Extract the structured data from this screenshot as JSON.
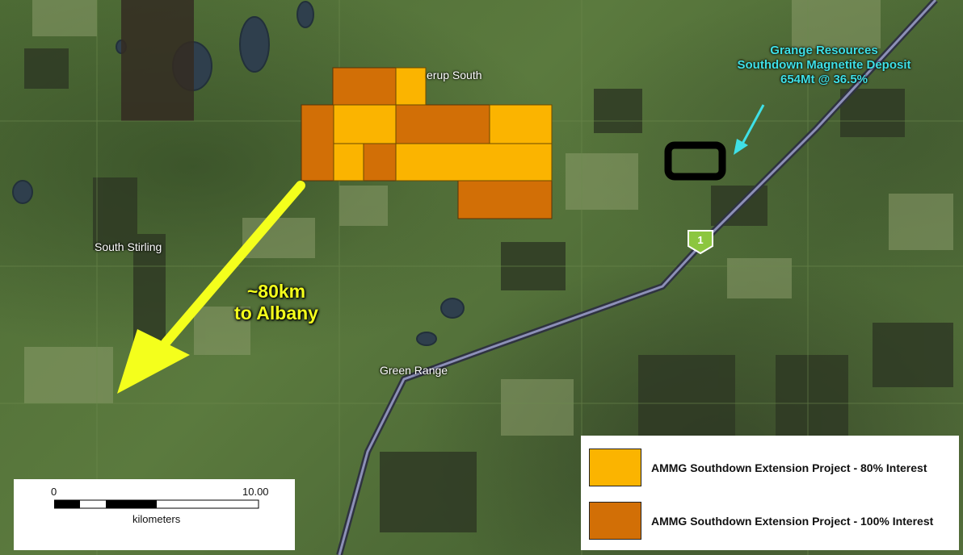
{
  "map": {
    "places": {
      "north_town": "erup South",
      "south_stirling": "South Stirling",
      "green_range": "Green Range"
    },
    "deposit_callout": {
      "line1": "Grange Resources",
      "line2": "Southdown Magnetite Deposit",
      "line3": "654Mt @ 36.5%"
    },
    "distance_callout": {
      "line1": "~80km",
      "line2": "to Albany"
    },
    "highway_shield": "1",
    "colors": {
      "interest_80": "#fbb400",
      "interest_100": "#d26f06",
      "albany_arrow": "#f4ff1c",
      "deposit_arrow": "#3fe0e6",
      "highway": "#8d90b8"
    }
  },
  "legend": {
    "items": [
      {
        "label": "AMMG Southdown Extension Project - 80% Interest",
        "color": "#fbb400"
      },
      {
        "label": "AMMG Southdown Extension Project - 100% Interest",
        "color": "#d26f06"
      }
    ]
  },
  "scale_bar": {
    "start": "0",
    "end": "10.00",
    "unit": "kilometers"
  }
}
